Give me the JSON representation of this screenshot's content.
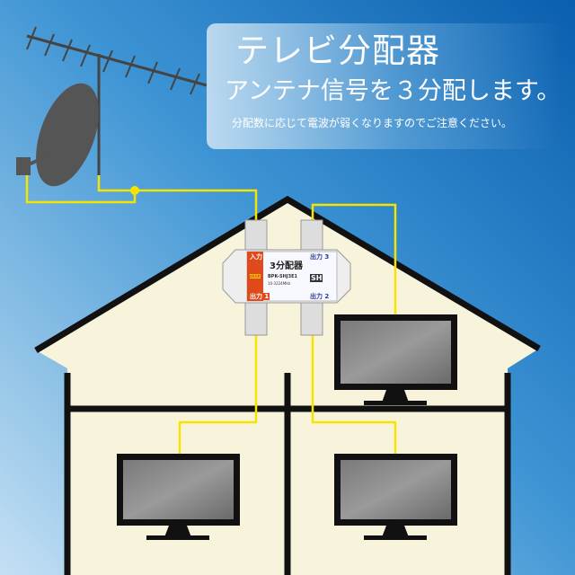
{
  "banner": {
    "title": "テレビ分配器",
    "subtitle": "アンテナ信号を３分配します。",
    "note": "分配数に応じて電波が弱くなりますのでご注意ください。"
  },
  "splitter": {
    "name": "3分配器",
    "model": "BPK-SHJ3E1",
    "freq": "10-3224MHz",
    "badge": "SH",
    "badge_4k8k": "4K8K",
    "in": "入力",
    "out1": "出力 1",
    "out2": "出力 2",
    "out3": "出力 3"
  },
  "colors": {
    "cable": "#f5e400",
    "house": "#f8f4dc",
    "outline": "#111111",
    "sky_dark": "#0a62b0",
    "sky_light": "#b8d8ef"
  }
}
